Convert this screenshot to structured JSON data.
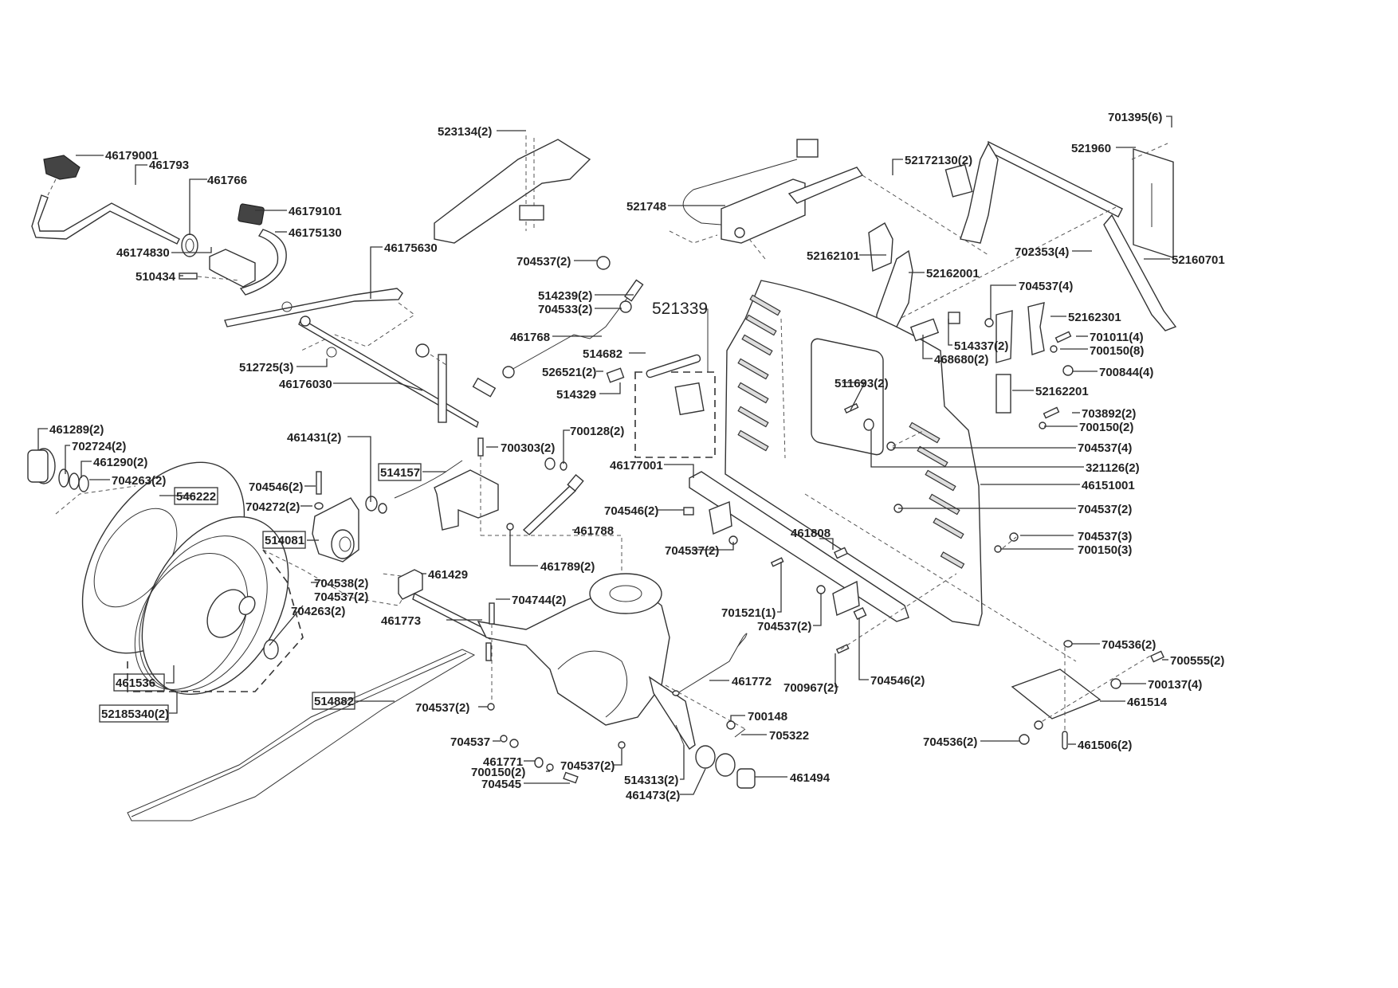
{
  "diagram": {
    "type": "exploded-parts-diagram",
    "kit_label": "521339",
    "labels": [
      {
        "id": "L1",
        "text": "46179001",
        "boxed": false
      },
      {
        "id": "L2",
        "text": "461793",
        "boxed": false
      },
      {
        "id": "L3",
        "text": "461766",
        "boxed": false
      },
      {
        "id": "L4",
        "text": "46179101",
        "boxed": false
      },
      {
        "id": "L5",
        "text": "46175130",
        "boxed": false
      },
      {
        "id": "L6",
        "text": "46174830",
        "boxed": false
      },
      {
        "id": "L7",
        "text": "510434",
        "boxed": false
      },
      {
        "id": "L8",
        "text": "46175630",
        "boxed": false
      },
      {
        "id": "L9",
        "text": "512725(3)",
        "boxed": false
      },
      {
        "id": "L10",
        "text": "46176030",
        "boxed": false
      },
      {
        "id": "L11",
        "text": "523134(2)",
        "boxed": false
      },
      {
        "id": "L12",
        "text": "521748",
        "boxed": false
      },
      {
        "id": "L13",
        "text": "52172130(2)",
        "boxed": false
      },
      {
        "id": "L14",
        "text": "701395(6)",
        "boxed": false
      },
      {
        "id": "L15",
        "text": "521960",
        "boxed": false
      },
      {
        "id": "L16",
        "text": "52160701",
        "boxed": false
      },
      {
        "id": "L17",
        "text": "52162101",
        "boxed": false
      },
      {
        "id": "L18",
        "text": "702353(4)",
        "boxed": false
      },
      {
        "id": "L19",
        "text": "52162001",
        "boxed": false
      },
      {
        "id": "L20",
        "text": "704537(2)",
        "boxed": false
      },
      {
        "id": "L21",
        "text": "514239(2)",
        "boxed": false
      },
      {
        "id": "L22",
        "text": "704533(2)",
        "boxed": false
      },
      {
        "id": "L23",
        "text": "461768",
        "boxed": false
      },
      {
        "id": "L24",
        "text": "514682",
        "boxed": false
      },
      {
        "id": "L25",
        "text": "526521(2)",
        "boxed": false
      },
      {
        "id": "L26",
        "text": "514329",
        "boxed": false
      },
      {
        "id": "L27",
        "text": "704537(4)",
        "boxed": false
      },
      {
        "id": "L28",
        "text": "52162301",
        "boxed": false
      },
      {
        "id": "L29",
        "text": "701011(4)",
        "boxed": false
      },
      {
        "id": "L30",
        "text": "700150(8)",
        "boxed": false
      },
      {
        "id": "L31",
        "text": "514337(2)",
        "boxed": false
      },
      {
        "id": "L32",
        "text": "468680(2)",
        "boxed": false
      },
      {
        "id": "L33",
        "text": "700844(4)",
        "boxed": false
      },
      {
        "id": "L34",
        "text": "511693(2)",
        "boxed": false
      },
      {
        "id": "L35",
        "text": "52162201",
        "boxed": false
      },
      {
        "id": "L36",
        "text": "703892(2)",
        "boxed": false
      },
      {
        "id": "L37",
        "text": "700150(2)",
        "boxed": false
      },
      {
        "id": "L38",
        "text": "704537(4)",
        "boxed": false
      },
      {
        "id": "L39",
        "text": "321126(2)",
        "boxed": false
      },
      {
        "id": "L40",
        "text": "46151001",
        "boxed": false
      },
      {
        "id": "L41",
        "text": "704537(2)",
        "boxed": false
      },
      {
        "id": "L42",
        "text": "704537(3)",
        "boxed": false
      },
      {
        "id": "L43",
        "text": "700150(3)",
        "boxed": false
      },
      {
        "id": "L44",
        "text": "461289(2)",
        "boxed": false
      },
      {
        "id": "L45",
        "text": "702724(2)",
        "boxed": false
      },
      {
        "id": "L46",
        "text": "461290(2)",
        "boxed": false
      },
      {
        "id": "L47",
        "text": "704263(2)",
        "boxed": false
      },
      {
        "id": "L48",
        "text": "546222",
        "boxed": true
      },
      {
        "id": "L49",
        "text": "461431(2)",
        "boxed": false
      },
      {
        "id": "L50",
        "text": "514157",
        "boxed": true
      },
      {
        "id": "L51",
        "text": "700303(2)",
        "boxed": false
      },
      {
        "id": "L52",
        "text": "700128(2)",
        "boxed": false
      },
      {
        "id": "L53",
        "text": "704546(2)",
        "boxed": false
      },
      {
        "id": "L54",
        "text": "704272(2)",
        "boxed": false
      },
      {
        "id": "L55",
        "text": "514081",
        "boxed": true
      },
      {
        "id": "L56",
        "text": "461788",
        "boxed": false
      },
      {
        "id": "L57",
        "text": "461789(2)",
        "boxed": false
      },
      {
        "id": "L58",
        "text": "46177001",
        "boxed": false
      },
      {
        "id": "L59",
        "text": "704546(2)",
        "boxed": false
      },
      {
        "id": "L60",
        "text": "704537(2)",
        "boxed": false
      },
      {
        "id": "L61",
        "text": "461808",
        "boxed": false
      },
      {
        "id": "L62",
        "text": "704538(2)",
        "boxed": false
      },
      {
        "id": "L63",
        "text": "704537(2)",
        "boxed": false
      },
      {
        "id": "L64",
        "text": "461429",
        "boxed": false
      },
      {
        "id": "L65",
        "text": "704263(2)",
        "boxed": false
      },
      {
        "id": "L66",
        "text": "704744(2)",
        "boxed": false
      },
      {
        "id": "L67",
        "text": "461773",
        "boxed": false
      },
      {
        "id": "L68",
        "text": "701521(1)",
        "boxed": false
      },
      {
        "id": "L69",
        "text": "704537(2)",
        "boxed": false
      },
      {
        "id": "L70",
        "text": "461536",
        "boxed": true
      },
      {
        "id": "L71",
        "text": "52185340(2)",
        "boxed": true
      },
      {
        "id": "L72",
        "text": "514882",
        "boxed": true
      },
      {
        "id": "L73",
        "text": "461772",
        "boxed": false
      },
      {
        "id": "L74",
        "text": "700967(2)",
        "boxed": false
      },
      {
        "id": "L75",
        "text": "704546(2)",
        "boxed": false
      },
      {
        "id": "L76",
        "text": "704536(2)",
        "boxed": false
      },
      {
        "id": "L77",
        "text": "700555(2)",
        "boxed": false
      },
      {
        "id": "L78",
        "text": "700137(4)",
        "boxed": false
      },
      {
        "id": "L79",
        "text": "461514",
        "boxed": false
      },
      {
        "id": "L80",
        "text": "704537(2)",
        "boxed": false
      },
      {
        "id": "L81",
        "text": "700148",
        "boxed": false
      },
      {
        "id": "L82",
        "text": "705322",
        "boxed": false
      },
      {
        "id": "L83",
        "text": "704537",
        "boxed": false
      },
      {
        "id": "L84",
        "text": "461771",
        "boxed": false
      },
      {
        "id": "L85",
        "text": "704537(2)",
        "boxed": false
      },
      {
        "id": "L86",
        "text": "700150(2)",
        "boxed": false
      },
      {
        "id": "L87",
        "text": "704545",
        "boxed": false
      },
      {
        "id": "L88",
        "text": "514313(2)",
        "boxed": false
      },
      {
        "id": "L89",
        "text": "461473(2)",
        "boxed": false
      },
      {
        "id": "L90",
        "text": "461494",
        "boxed": false
      },
      {
        "id": "L91",
        "text": "704536(2)",
        "boxed": false
      },
      {
        "id": "L92",
        "text": "461506(2)",
        "boxed": false
      }
    ]
  }
}
